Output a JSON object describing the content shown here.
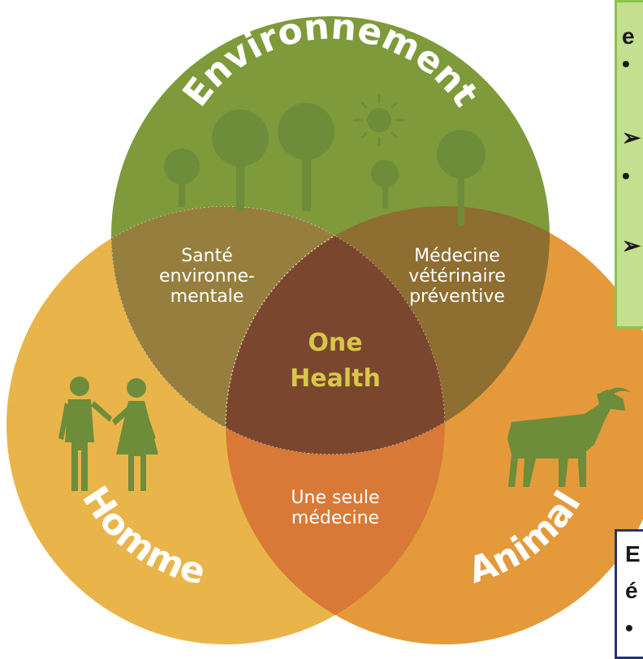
{
  "diagram": {
    "circles": {
      "top": "Environnement",
      "left": "Homme",
      "right": "Animal"
    },
    "overlaps": {
      "env_homme": [
        "Santé",
        "environne-",
        "mentale"
      ],
      "env_animal": [
        "Médecine",
        "vétérinaire",
        "préventive"
      ],
      "homme_animal": [
        "Une seule",
        "médecine"
      ],
      "center": [
        "One",
        "Health"
      ]
    },
    "colors": {
      "environnement": "#7e9a3a",
      "homme": "#e9b54a",
      "animal": "#e49a3a",
      "env_homme": "#967f3e",
      "env_animal": "#8f6e31",
      "homme_animal": "#d87937",
      "center": "#7a472e",
      "icon": "#6d8d3b",
      "center_text": "#d7c74a"
    },
    "icons": [
      "tree-icon",
      "sun-icon",
      "couple-icon",
      "goat-icon"
    ]
  },
  "side_boxes": {
    "green": {
      "lines": [
        "e",
        "•",
        "➢",
        "•",
        "➢"
      ]
    },
    "blue": {
      "lines": [
        "E",
        "é",
        "•"
      ]
    }
  }
}
